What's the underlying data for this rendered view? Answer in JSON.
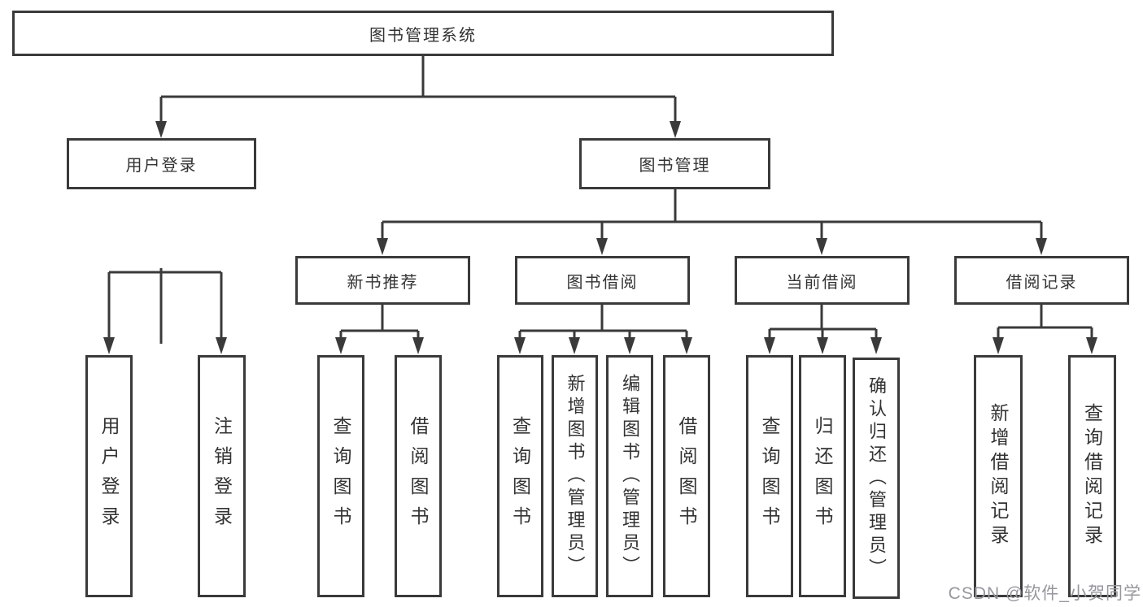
{
  "colors": {
    "line": "#3a3a3a",
    "box_border": "#3a3a3a",
    "box_fill": "#ffffff",
    "background": "#ffffff",
    "watermark": "#96969e"
  },
  "nodes": {
    "root": "图书管理系统",
    "l2_user": "用户登录",
    "l2_book": "图书管理",
    "l3_new_rec": "新书推荐",
    "l3_borrow": "图书借阅",
    "l3_current": "当前借阅",
    "l3_records": "借阅记录",
    "leaf_login": "用户登录",
    "leaf_logout": "注销登录",
    "leaf_nr_query": "查询图书",
    "leaf_nr_borrow": "借阅图书",
    "leaf_bb_query": "查询图书",
    "leaf_bb_add": "新增图书（管理员）",
    "leaf_bb_edit": "编辑图书（管理员）",
    "leaf_bb_borrow": "借阅图书",
    "leaf_cb_query": "查询图书",
    "leaf_cb_return": "归还图书",
    "leaf_cb_confirm": "确认归还（管理员）",
    "leaf_br_add": "新增借阅记录",
    "leaf_br_query": "查询借阅记录"
  },
  "edges": [
    [
      "root",
      "l2_user"
    ],
    [
      "root",
      "l2_book"
    ],
    [
      "l2_user",
      "leaf_login"
    ],
    [
      "l2_user",
      "leaf_logout"
    ],
    [
      "l2_book",
      "l3_new_rec"
    ],
    [
      "l2_book",
      "l3_borrow"
    ],
    [
      "l2_book",
      "l3_current"
    ],
    [
      "l2_book",
      "l3_records"
    ],
    [
      "l3_new_rec",
      "leaf_nr_query"
    ],
    [
      "l3_new_rec",
      "leaf_nr_borrow"
    ],
    [
      "l3_borrow",
      "leaf_bb_query"
    ],
    [
      "l3_borrow",
      "leaf_bb_add"
    ],
    [
      "l3_borrow",
      "leaf_bb_edit"
    ],
    [
      "l3_borrow",
      "leaf_bb_borrow"
    ],
    [
      "l3_current",
      "leaf_cb_query"
    ],
    [
      "l3_current",
      "leaf_cb_return"
    ],
    [
      "l3_current",
      "leaf_cb_confirm"
    ],
    [
      "l3_records",
      "leaf_br_add"
    ],
    [
      "l3_records",
      "leaf_br_query"
    ]
  ],
  "watermark": {
    "text": "CSDN @软件_小贺同学"
  }
}
